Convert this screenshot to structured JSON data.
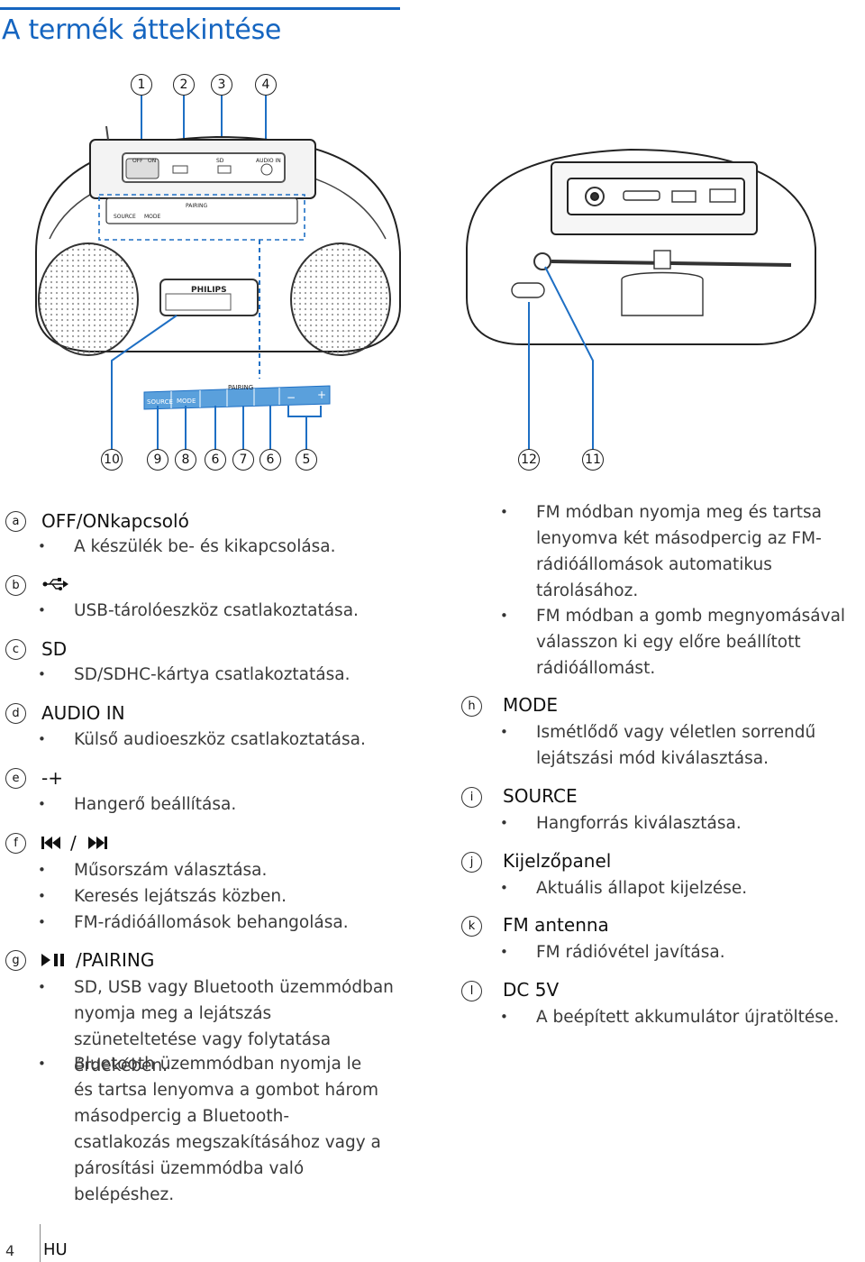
{
  "header": {
    "title": "A termék áttekintése"
  },
  "diagram": {
    "top_callouts": [
      "1",
      "2",
      "3",
      "4"
    ],
    "bottom_callouts_left": [
      "10",
      "9",
      "8",
      "6",
      "7",
      "6",
      "5"
    ],
    "bottom_callouts_right": [
      "12",
      "11"
    ],
    "labels": {
      "off": "OFF",
      "on": "ON",
      "sd": "SD",
      "audio_in": "AUDIO IN",
      "source": "SOURCE",
      "mode": "MODE",
      "pairing": "PAIRING",
      "brand": "PHILIPS",
      "minus": "−",
      "plus": "+"
    }
  },
  "left_column": [
    {
      "num": "a",
      "title": "OFF/ONkapcsoló",
      "bullets": [
        "A készülék be- és kikapcsolása."
      ]
    },
    {
      "num": "b",
      "title": "",
      "icon": "usb-icon",
      "bullets": [
        "USB-tárolóeszköz csatlakoztatása."
      ]
    },
    {
      "num": "c",
      "title": "SD",
      "bullets": [
        "SD/SDHC-kártya csatlakoztatása."
      ]
    },
    {
      "num": "d",
      "title": "AUDIO IN",
      "bullets": [
        "Külső audioeszköz csatlakoztatása."
      ]
    },
    {
      "num": "e",
      "title": "-+",
      "bullets": [
        "Hangerő beállítása."
      ]
    },
    {
      "num": "f",
      "title": "/",
      "icon": "prev-next-icon",
      "bullets": [
        "Műsorszám választása.",
        "Keresés lejátszás közben.",
        "FM-rádióállomások behangolása."
      ]
    },
    {
      "num": "g",
      "title": "/PAIRING",
      "icon": "play-pause-icon",
      "bullets": [
        "SD, USB vagy Bluetooth üzemmódban nyomja meg a lejátszás szüneteltetése vagy folytatása érdekében.",
        "Bluetooth üzemmódban nyomja le és tartsa lenyomva a gombot három másodpercig a Bluetooth-csatlakozás megszakításához vagy a párosítási üzemmódba való belépéshez."
      ]
    }
  ],
  "right_column": {
    "continued_bullets": [
      "FM módban nyomja meg és tartsa lenyomva két másodpercig az FM-rádióállomások automatikus tárolásához.",
      "FM módban a gomb megnyomásával válasszon ki egy előre beállított rádióállomást."
    ],
    "items": [
      {
        "num": "h",
        "title": "MODE",
        "bullets": [
          "Ismétlődő vagy véletlen sorrendű lejátszási mód kiválasztása."
        ]
      },
      {
        "num": "i",
        "title": "SOURCE",
        "bullets": [
          "Hangforrás kiválasztása."
        ]
      },
      {
        "num": "j",
        "title": "Kijelzőpanel",
        "bullets": [
          "Aktuális állapot kijelzése."
        ]
      },
      {
        "num": "k",
        "title": "FM antenna",
        "bullets": [
          "FM rádióvétel javítása."
        ]
      },
      {
        "num": "l",
        "title": "DC 5V",
        "bullets": [
          "A beépített akkumulátor újratöltése."
        ]
      }
    ]
  },
  "footer": {
    "page": "4",
    "lang": "HU"
  }
}
